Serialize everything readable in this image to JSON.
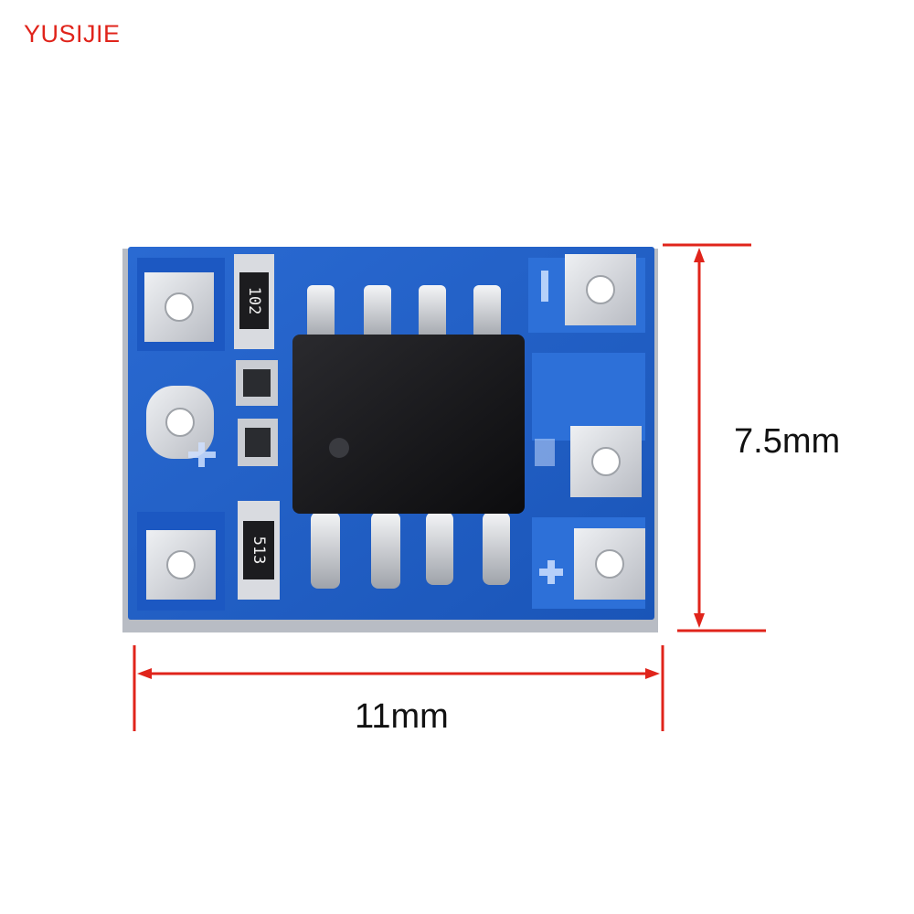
{
  "brand": "YUSIJIE",
  "dimensions": {
    "width_label": "11mm",
    "height_label": "7.5mm"
  },
  "components": {
    "resistor_top_code": "102",
    "resistor_bottom_code": "513"
  },
  "colors": {
    "brand_red": "#e0241b",
    "dimension_red": "#e0241b",
    "pcb_blue": "#1d5cc4",
    "pad_silver": "#d6d8dc",
    "chip_black": "#141416"
  }
}
